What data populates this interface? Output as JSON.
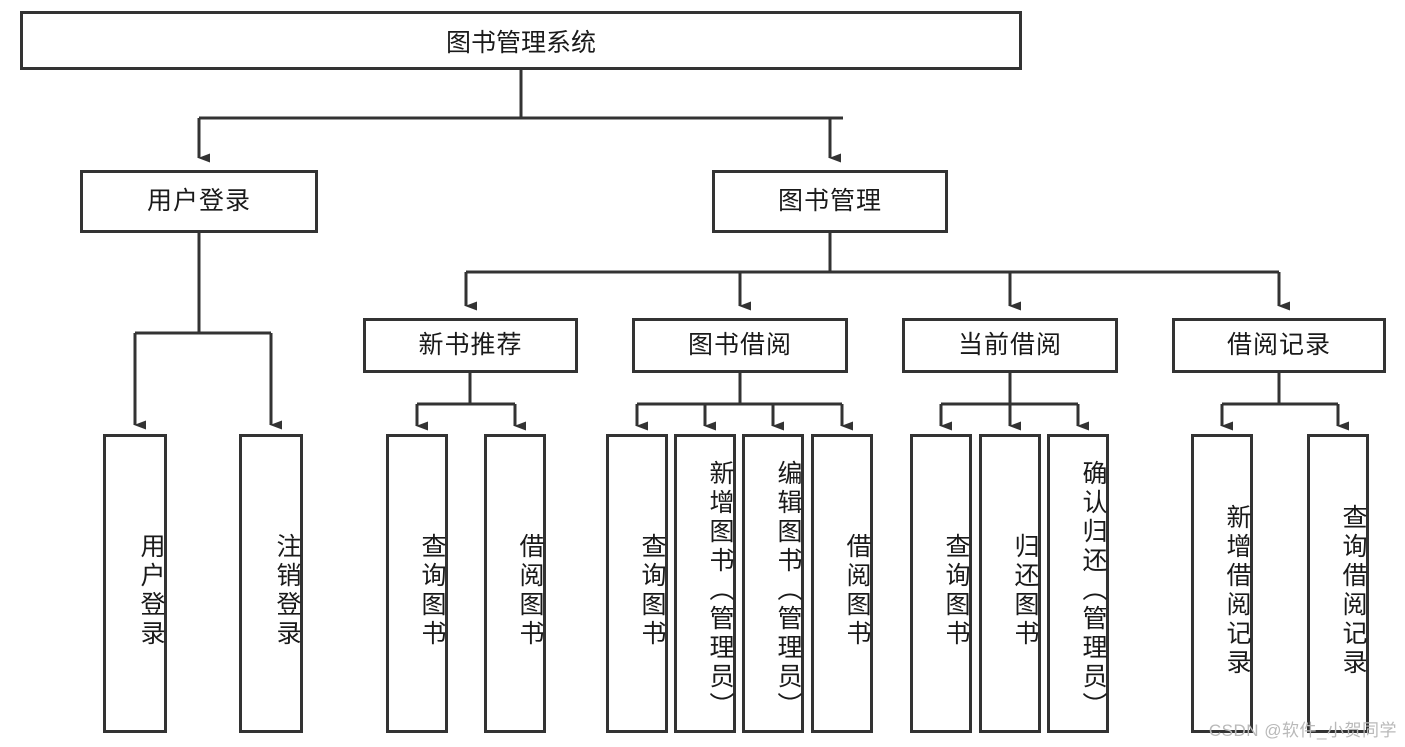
{
  "diagram": {
    "title": "图书管理系统",
    "watermark": "CSDN @软件_小贺同学",
    "levels": {
      "root": {
        "label": "图书管理系统"
      },
      "level2": [
        {
          "id": "user-login",
          "label": "用户登录"
        },
        {
          "id": "book-manage",
          "label": "图书管理"
        }
      ],
      "level3": [
        {
          "id": "new-book-recommend",
          "label": "新书推荐"
        },
        {
          "id": "book-borrow",
          "label": "图书借阅"
        },
        {
          "id": "current-borrow",
          "label": "当前借阅"
        },
        {
          "id": "borrow-record",
          "label": "借阅记录"
        }
      ],
      "leaves": [
        {
          "id": "leaf-user-login",
          "parent": "user-login",
          "label": "用户登录"
        },
        {
          "id": "leaf-user-logout",
          "parent": "user-login",
          "label": "注销登录"
        },
        {
          "id": "leaf-query-book-1",
          "parent": "new-book-recommend",
          "label": "查询图书"
        },
        {
          "id": "leaf-borrow-book-1",
          "parent": "new-book-recommend",
          "label": "借阅图书"
        },
        {
          "id": "leaf-query-book-2",
          "parent": "book-borrow",
          "label": "查询图书"
        },
        {
          "id": "leaf-add-book",
          "parent": "book-borrow",
          "label": "新增图书（管理员）"
        },
        {
          "id": "leaf-edit-book",
          "parent": "book-borrow",
          "label": "编辑图书（管理员）"
        },
        {
          "id": "leaf-borrow-book-2",
          "parent": "book-borrow",
          "label": "借阅图书"
        },
        {
          "id": "leaf-query-book-3",
          "parent": "current-borrow",
          "label": "查询图书"
        },
        {
          "id": "leaf-return-book",
          "parent": "current-borrow",
          "label": "归还图书"
        },
        {
          "id": "leaf-confirm-return",
          "parent": "current-borrow",
          "label": "确认归还（管理员）"
        },
        {
          "id": "leaf-add-record",
          "parent": "borrow-record",
          "label": "新增借阅记录"
        },
        {
          "id": "leaf-query-record",
          "parent": "borrow-record",
          "label": "查询借阅记录"
        }
      ]
    },
    "colors": {
      "border": "#333333",
      "text": "#1a1a1a",
      "background": "#ffffff",
      "watermark": "#b9b9b9"
    }
  }
}
